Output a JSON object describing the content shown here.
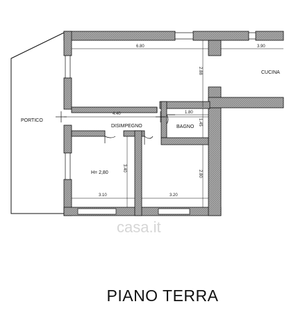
{
  "plan": {
    "rooms": {
      "portico": "PORTICO",
      "disimpegno": "DISIMPEGNO",
      "bagno": "BAGNO",
      "cucina": "CUCINA",
      "ceiling_height": "H= 2,80"
    },
    "dimensions": {
      "top_main": "6.80",
      "top_right": "3.90",
      "living_height": "2.88",
      "corridor_width": "4.40",
      "bagno_width": "1.80",
      "bagno_height": "1.45",
      "room_left_height": "3.40",
      "room_left_width": "3.10",
      "room_right_height": "2.80",
      "room_right_width": "3.20"
    },
    "watermark": "casa.it",
    "colors": {
      "wall": "#9a9a9a",
      "line": "#111111",
      "background": "#ffffff"
    }
  },
  "footer": {
    "title": "PIANO TERRA"
  }
}
